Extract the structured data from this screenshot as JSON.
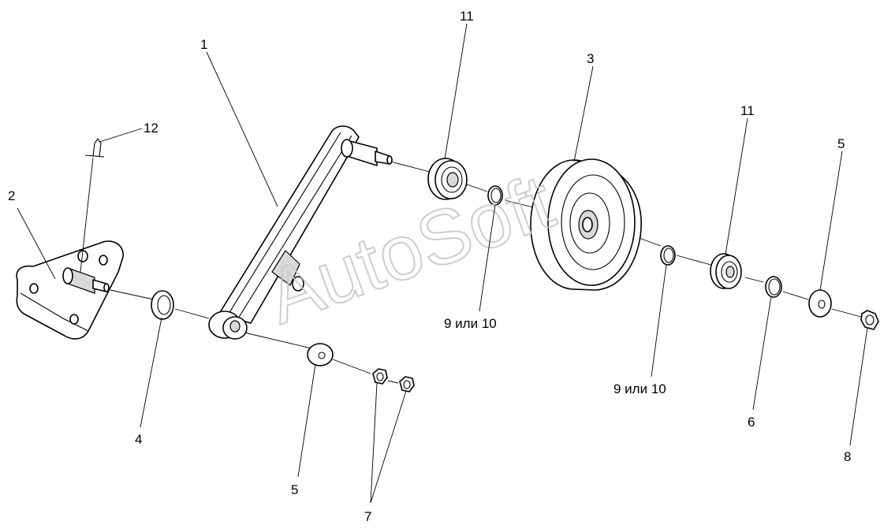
{
  "watermark": {
    "text": "AutoSoft"
  },
  "callouts": [
    {
      "id": "c1",
      "label": "1"
    },
    {
      "id": "c2",
      "label": "2"
    },
    {
      "id": "c3",
      "label": "3"
    },
    {
      "id": "c4",
      "label": "4"
    },
    {
      "id": "c5a",
      "label": "5"
    },
    {
      "id": "c5b",
      "label": "5"
    },
    {
      "id": "c6",
      "label": "6"
    },
    {
      "id": "c7",
      "label": "7"
    },
    {
      "id": "c8",
      "label": "8"
    },
    {
      "id": "c9a",
      "label": "9 или 10"
    },
    {
      "id": "c9b",
      "label": "9 или 10"
    },
    {
      "id": "c11a",
      "label": "11"
    },
    {
      "id": "c11b",
      "label": "11"
    },
    {
      "id": "c12",
      "label": "12"
    }
  ]
}
